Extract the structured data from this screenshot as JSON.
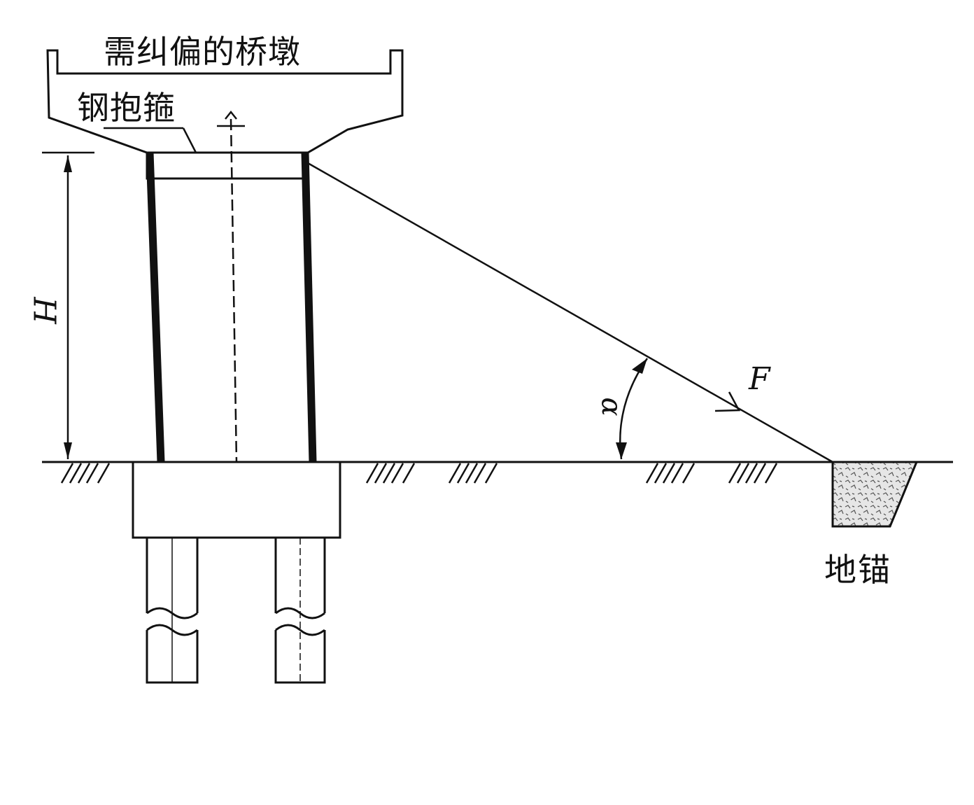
{
  "labels": {
    "pier_title": "需纠偏的桥墩",
    "steel_hoop": "钢抱箍",
    "ground_anchor": "地锚",
    "force": "F",
    "height": "H",
    "angle": "α"
  },
  "colors": {
    "line": "#111111",
    "background": "#ffffff",
    "anchor_fill": "#cfcfcf"
  },
  "icons": [
    "ground-hatch-icon",
    "force-arrow-icon",
    "dimension-arrow-icon"
  ]
}
